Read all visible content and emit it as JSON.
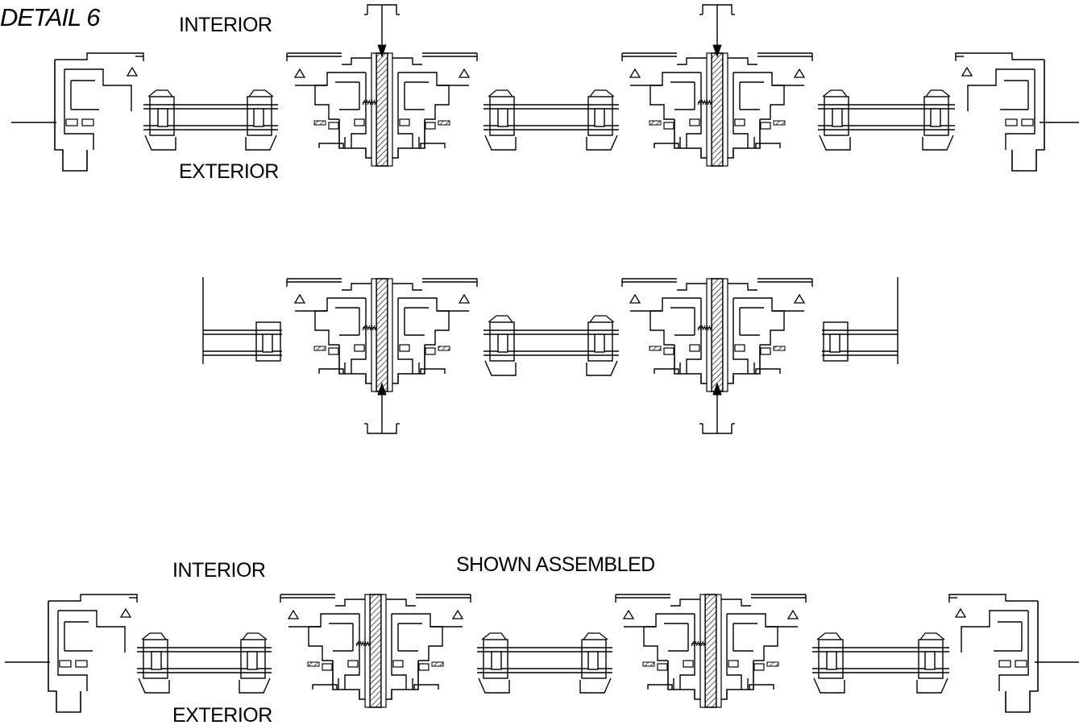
{
  "drawing": {
    "title": "DETAIL 6",
    "top": {
      "interior_label": "INTERIOR",
      "exterior_label": "EXTERIOR"
    },
    "bottom": {
      "caption": "SHOWN ASSEMBLED",
      "interior_label": "INTERIOR",
      "exterior_label": "EXTERIOR"
    }
  },
  "colors": {
    "line": "#000000",
    "background": "#ffffff"
  }
}
